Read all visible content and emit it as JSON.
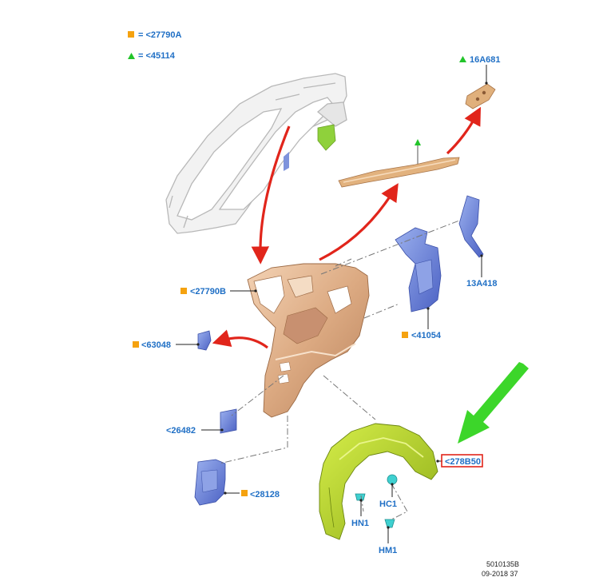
{
  "legend": [
    {
      "marker": "square",
      "color": "#f5a20f",
      "text": "= <27790A"
    },
    {
      "marker": "triangle",
      "color": "#22c42a",
      "text": "= <45114"
    }
  ],
  "callouts": {
    "c_16A681": "16A681",
    "c_27790B": "<27790B",
    "c_13A418": "13A418",
    "c_41054": "<41054",
    "c_63048": "<63048",
    "c_26482": "<26482",
    "c_28128": "<28128",
    "c_278B50": "<278B50",
    "c_HC1": "HC1",
    "c_HN1": "HN1",
    "c_HM1": "HM1"
  },
  "highlight": {
    "callout": "<278B50",
    "box_color": "#e1251b",
    "arrow_color": "#3cd62a"
  },
  "footer": {
    "drawing_id": "5010135B",
    "date_code": "09-2018 37"
  },
  "colors": {
    "callout_text": "#1f6fc5",
    "square_marker": "#f5a20f",
    "triangle_marker": "#22c42a",
    "red_arrow": "#e1251b",
    "panel_copper": "#e0b08a",
    "bracket_blue": "#6f86d8",
    "wheel_liner": "#b8d629",
    "clip_cyan": "#3fd0d0"
  }
}
